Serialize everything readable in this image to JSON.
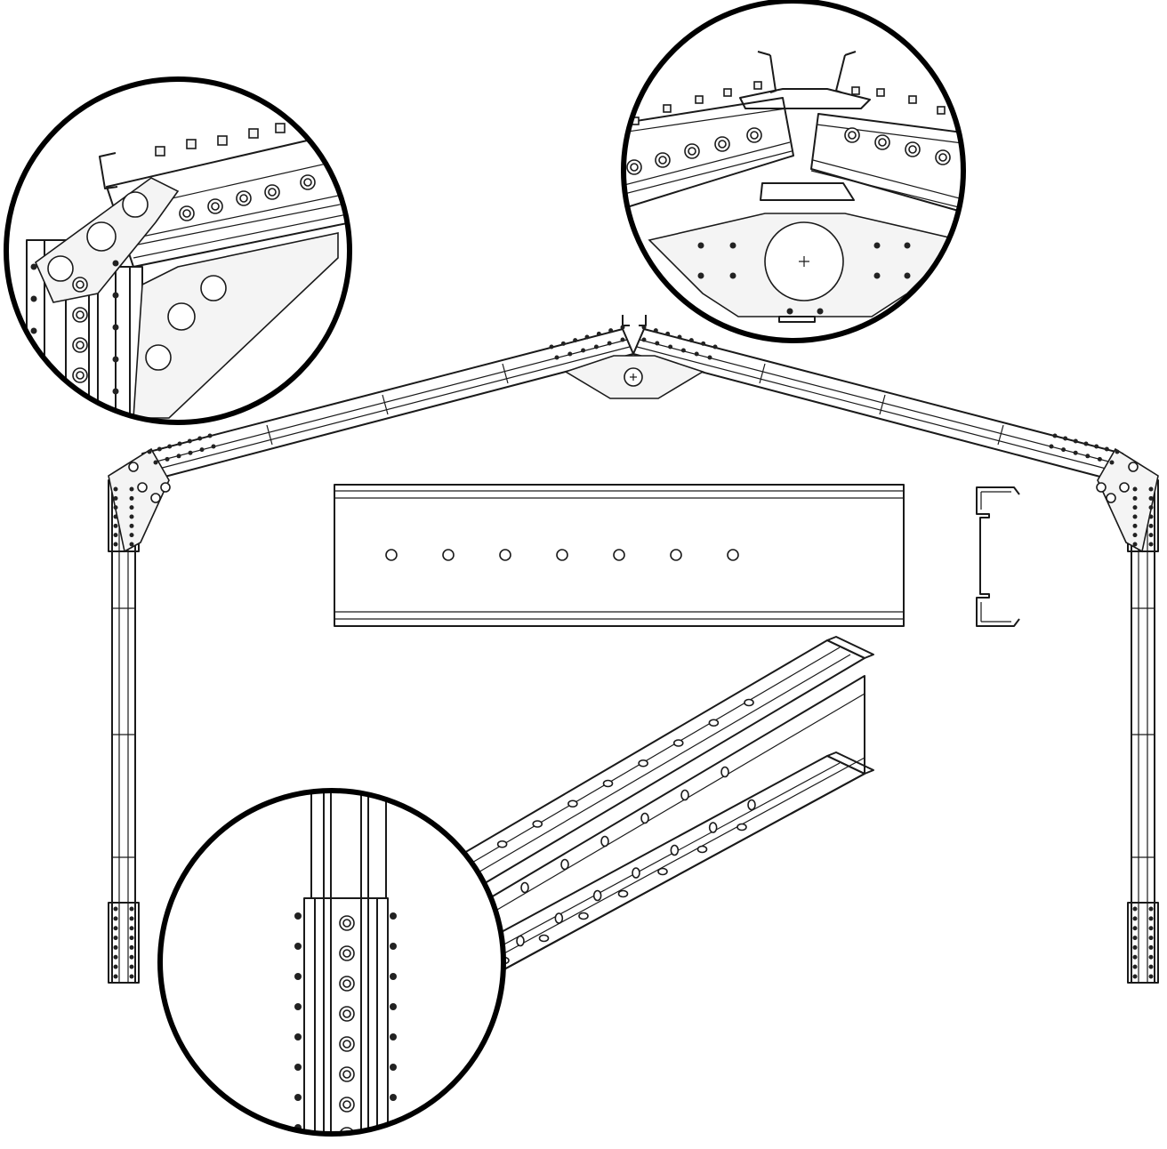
{
  "figure": {
    "description_labels": [],
    "colors": {
      "line": "#1a1a1a",
      "background": "#ffffff",
      "plate_fill": "#f4f4f4",
      "detail_border": "#000000"
    },
    "components": [
      "portal-frame",
      "eave-detail",
      "ridge-detail",
      "column-splice-detail",
      "purlin-side-view",
      "purlin-section",
      "purlin-isometric"
    ]
  }
}
